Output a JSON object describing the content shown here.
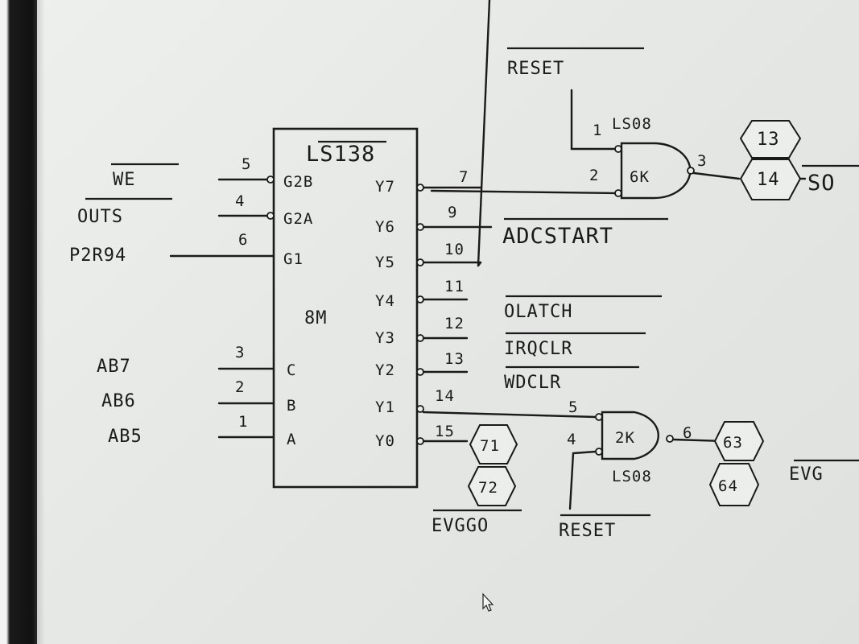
{
  "chip": {
    "part": "LS138",
    "location": "8M",
    "pins_left": [
      {
        "num": "5",
        "name": "G2B"
      },
      {
        "num": "4",
        "name": "G2A"
      },
      {
        "num": "6",
        "name": "G1"
      },
      {
        "num": "3",
        "name": "C"
      },
      {
        "num": "2",
        "name": "B"
      },
      {
        "num": "1",
        "name": "A"
      }
    ],
    "pins_right": [
      {
        "num": "7",
        "name": "Y7"
      },
      {
        "num": "9",
        "name": "Y6"
      },
      {
        "num": "10",
        "name": "Y5"
      },
      {
        "num": "11",
        "name": "Y4"
      },
      {
        "num": "12",
        "name": "Y3"
      },
      {
        "num": "13",
        "name": "Y2"
      },
      {
        "num": "14",
        "name": "Y1"
      },
      {
        "num": "15",
        "name": "Y0"
      }
    ]
  },
  "inputs": [
    "WE",
    "OUTS",
    "P2R94",
    "AB7",
    "AB6",
    "AB5"
  ],
  "outputs": {
    "adcstart": "ADCSTART",
    "olatch": "OLATCH",
    "irqclr": "IRQCLR",
    "wdclr": "WDCLR",
    "evggo": "EVGGO",
    "so_cut": "SO",
    "evg_cut": "EVG"
  },
  "gate_top": {
    "part": "LS08",
    "location": "6K",
    "pin_a": "1",
    "pin_b": "2",
    "pin_out": "3",
    "reset_label": "RESET",
    "hex_top": "13",
    "hex_bottom": "14"
  },
  "gate_bottom": {
    "part": "LS08",
    "location": "2K",
    "pin_a": "5",
    "pin_b": "4",
    "pin_out": "6",
    "reset_label": "RESET",
    "hex_top": "63",
    "hex_bottom": "64"
  },
  "y0_hex": {
    "top": "71",
    "bottom": "72"
  }
}
